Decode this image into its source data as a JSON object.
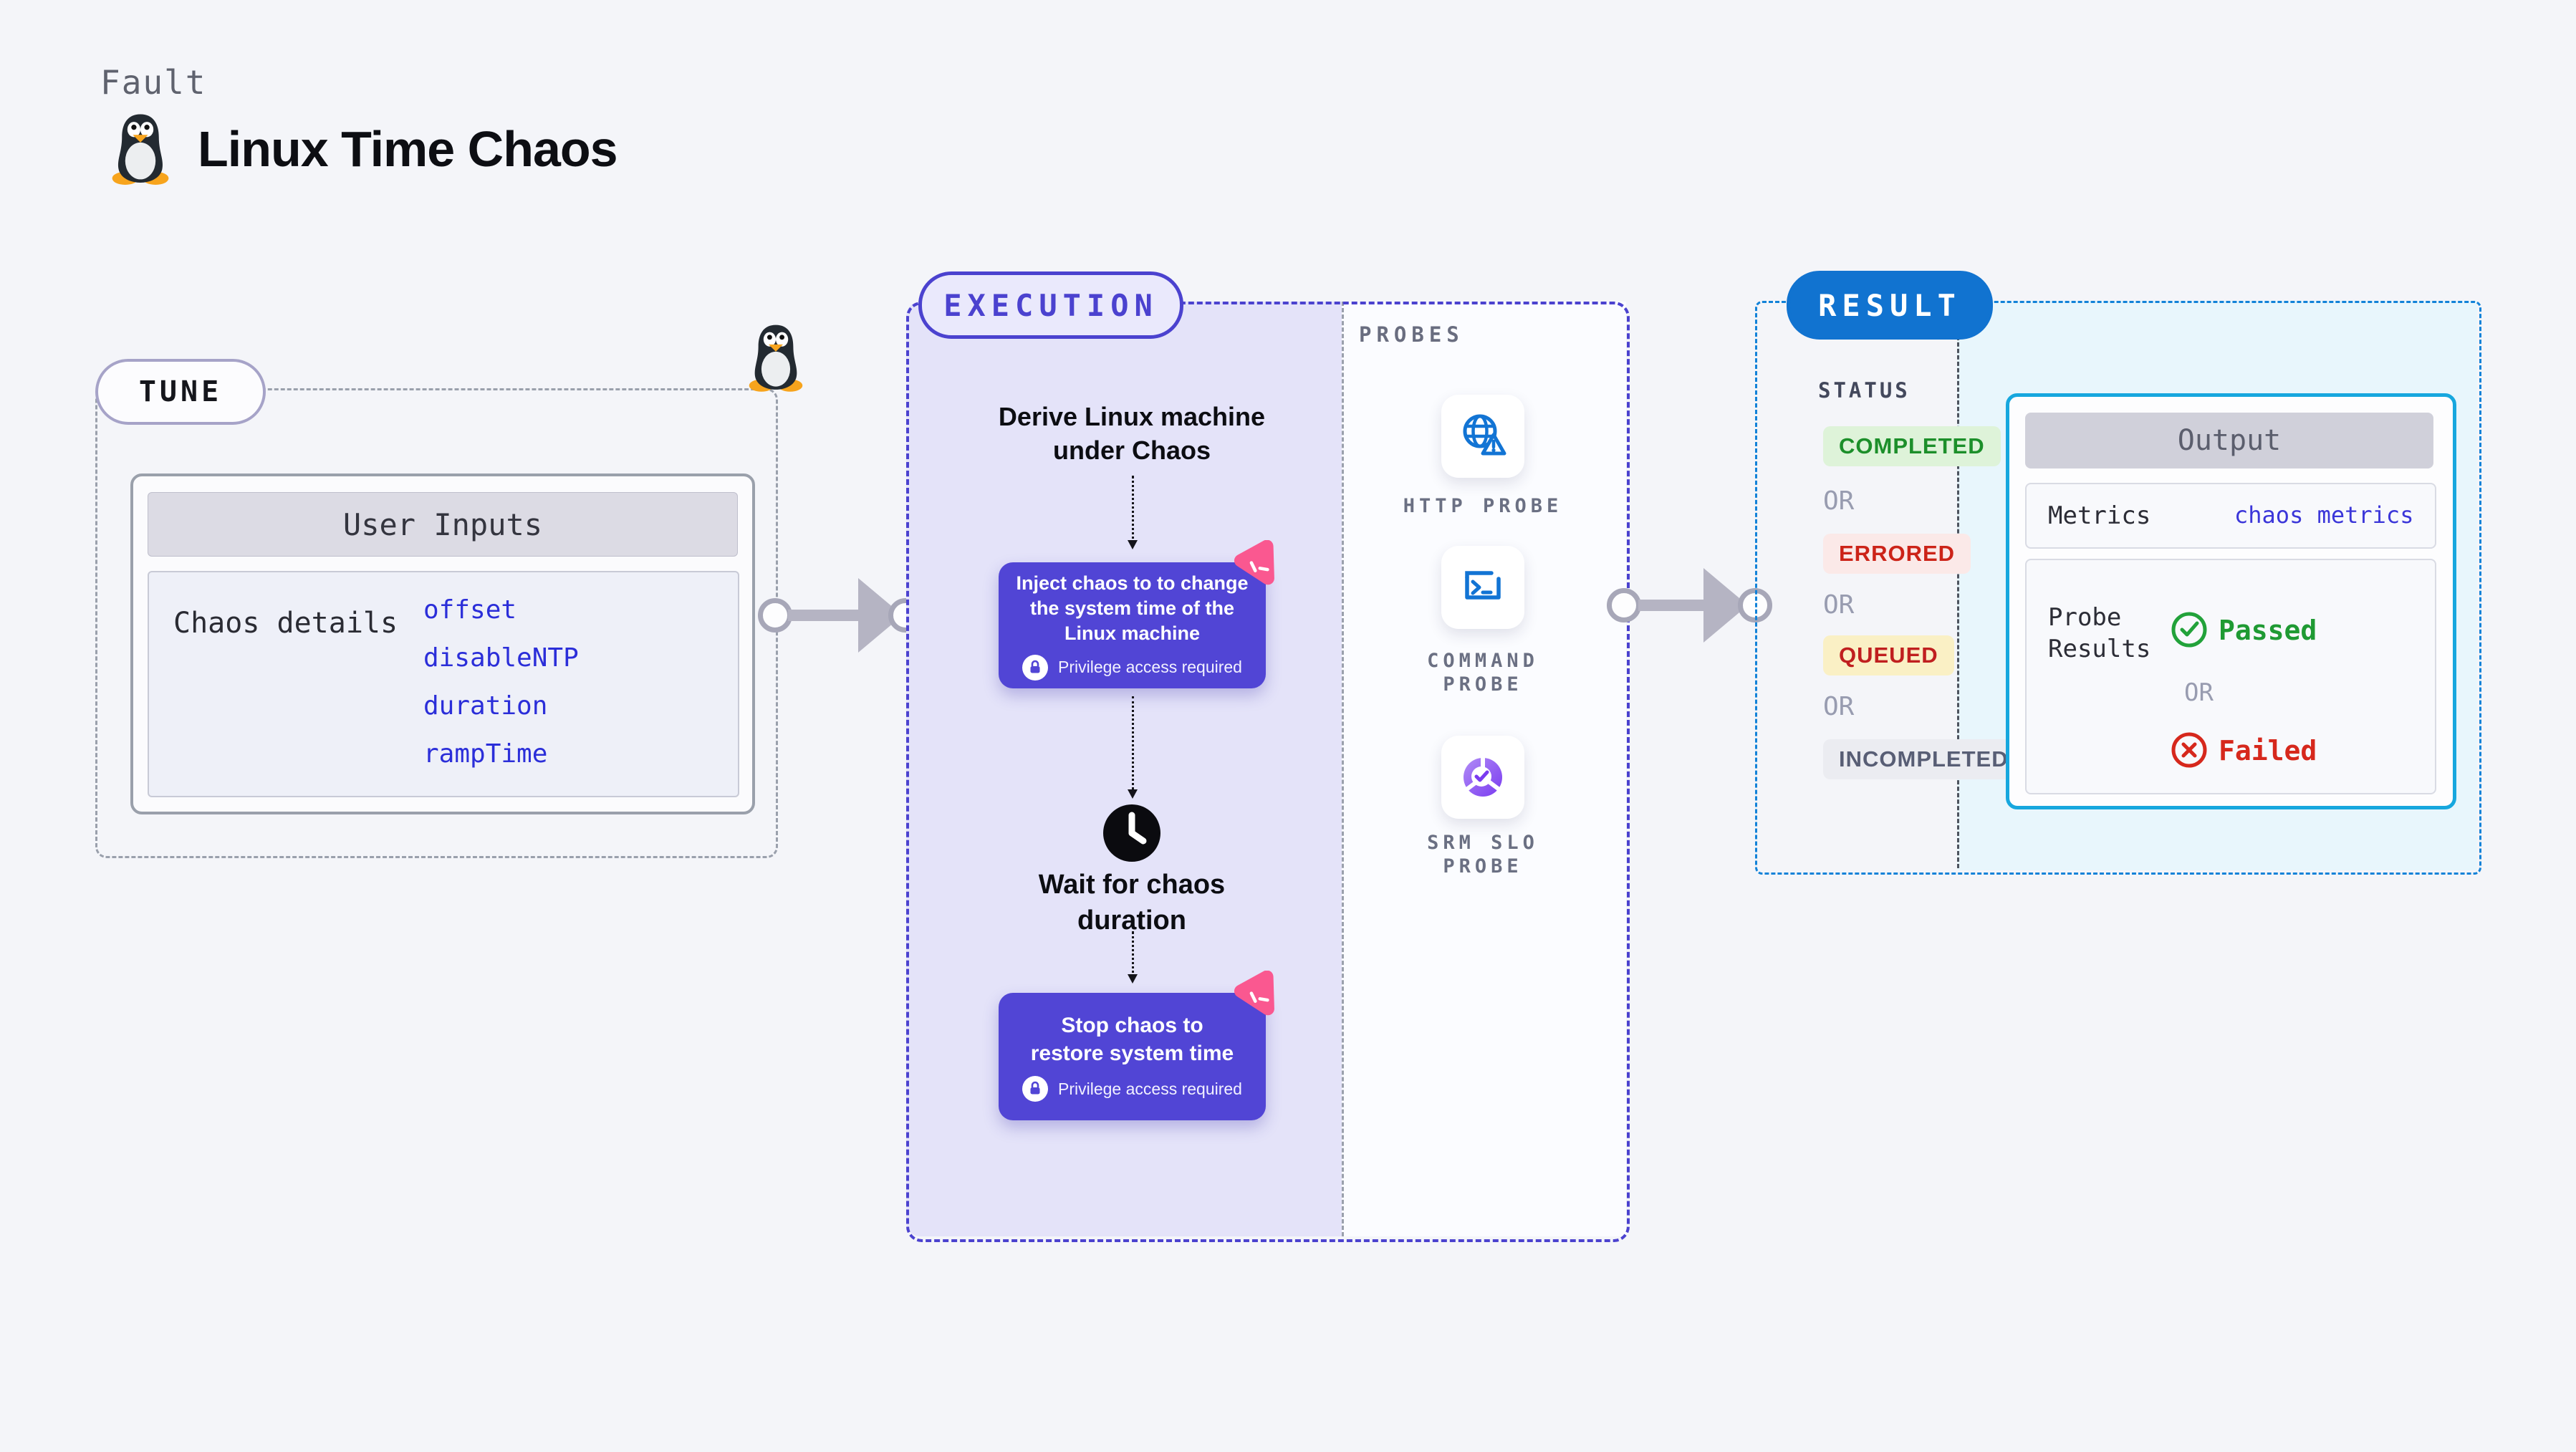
{
  "header": {
    "eyebrow": "Fault",
    "title": "Linux Time Chaos"
  },
  "tune": {
    "badge": "TUNE",
    "user_inputs": {
      "title": "User Inputs",
      "row_label": "Chaos details",
      "values": [
        "offset",
        "disableNTP",
        "duration",
        "rampTime"
      ]
    }
  },
  "execution": {
    "badge": "EXECUTION",
    "derive_line1": "Derive Linux machine",
    "derive_line2": "under Chaos",
    "inject": {
      "line1": "Inject chaos to to change",
      "line2": "the system time of the",
      "line3": "Linux machine",
      "privilege": "Privilege access required"
    },
    "wait_line1": "Wait for chaos",
    "wait_line2": "duration",
    "stop": {
      "line1": "Stop chaos to",
      "line2": "restore system time",
      "privilege": "Privilege access required"
    }
  },
  "probes": {
    "title": "PROBES",
    "items": [
      {
        "name": "http-probe",
        "line1": "HTTP PROBE",
        "line2": ""
      },
      {
        "name": "command-probe",
        "line1": "COMMAND",
        "line2": "PROBE"
      },
      {
        "name": "srm-slo-probe",
        "line1": "SRM SLO",
        "line2": "PROBE"
      }
    ]
  },
  "result": {
    "badge": "RESULT",
    "status_title": "STATUS",
    "or_label": "OR",
    "statuses": [
      {
        "label": "COMPLETED",
        "fg": "#1c8f2a",
        "bg": "#def3d9"
      },
      {
        "label": "ERRORED",
        "fg": "#cc2318",
        "bg": "#fbe9e8"
      },
      {
        "label": "QUEUED",
        "fg": "#c01f1f",
        "bg": "#faf0c5"
      },
      {
        "label": "INCOMPLETED",
        "fg": "#585e75",
        "bg": "#ebecf1"
      }
    ],
    "output": {
      "title": "Output",
      "metrics_label": "Metrics",
      "metrics_value": "chaos metrics",
      "probe_label_line1": "Probe",
      "probe_label_line2": "Results",
      "passed": "Passed",
      "failed": "Failed"
    }
  },
  "colors": {
    "accent_indigo": "#4b42cf",
    "box_indigo": "#5145d5",
    "lavender_fill": "#e4e3f9",
    "result_blue": "#1173d0",
    "result_dash": "#1282d8",
    "cyan_fill": "#e8f6fc",
    "output_border": "#16a7de",
    "probe_icon_blue": "#1274d4",
    "srm_purple": "#7a3bf0",
    "pink_fault": "#fa5890",
    "passed_green": "#1f9a33",
    "failed_red": "#d6281c"
  }
}
